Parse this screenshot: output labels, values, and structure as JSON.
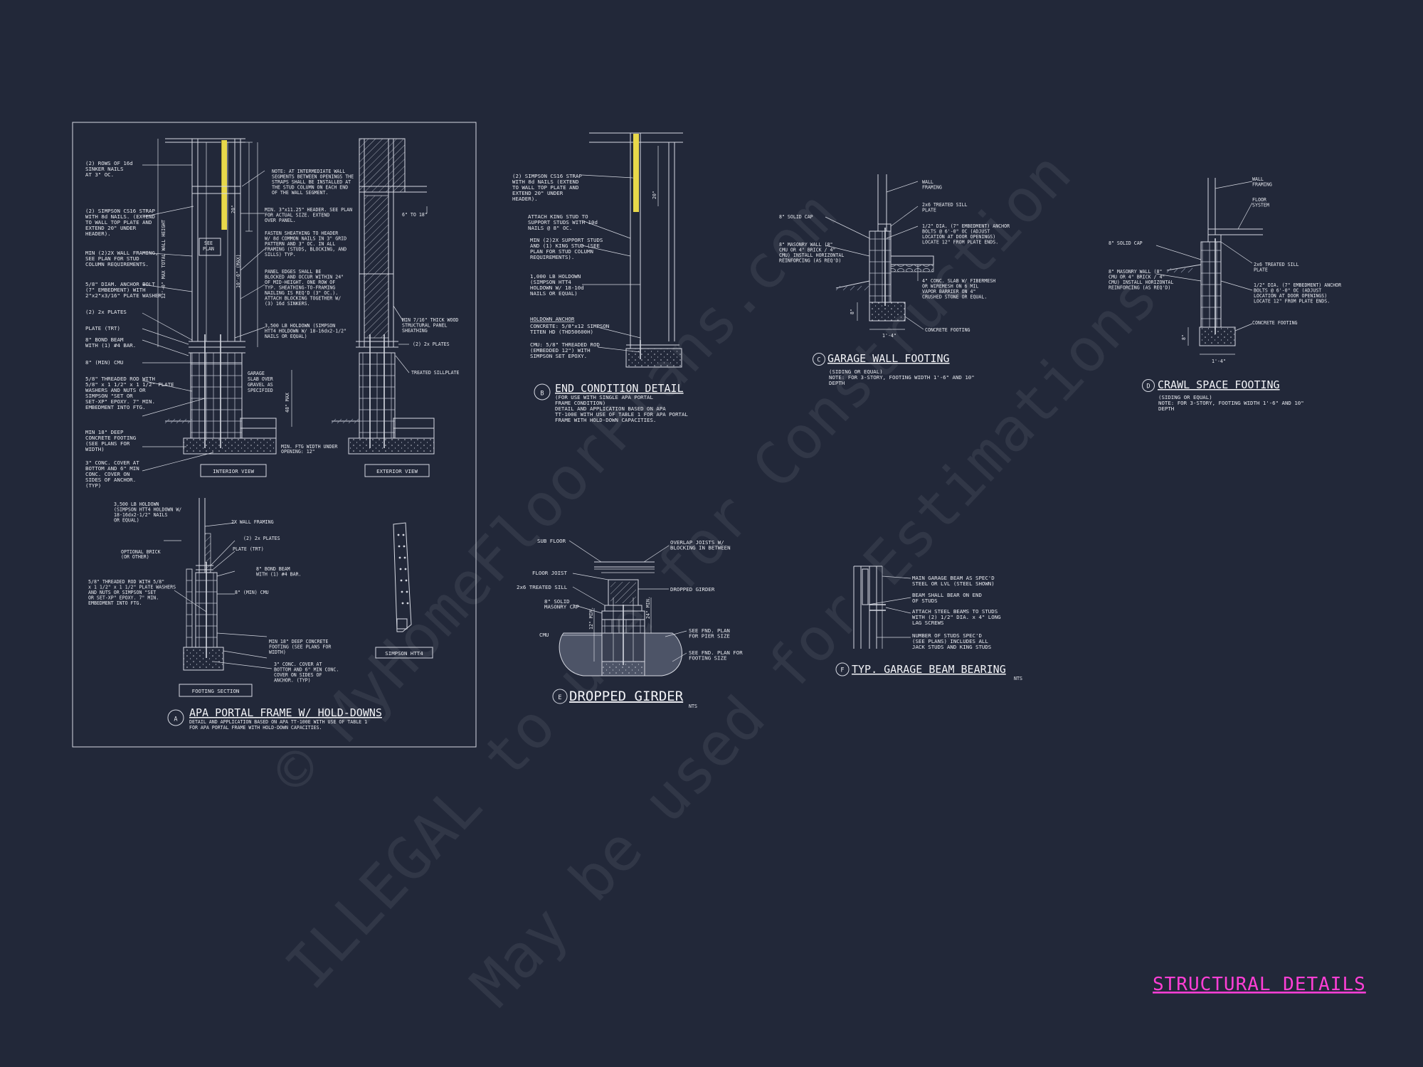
{
  "sheet": {
    "title": "STRUCTURAL DETAILS",
    "title_color": "#ff3fd6",
    "background": "#222839",
    "accent": "#e8d84a"
  },
  "watermark": {
    "line1": "© MyHomeFloorPlans.com",
    "line2": "ILLEGAL to use for Construction",
    "line3": "May be used for Estimations"
  },
  "detail_a": {
    "tag": "A",
    "title": "APA PORTAL FRAME W/ HOLD-DOWNS",
    "desc1": "DETAIL AND APPLICATION BASED ON APA TT-100E WITH USE OF TABLE 1",
    "desc2": "FOR APA PORTAL FRAME WITH HOLD-DOWN CAPACITIES.",
    "interior_label": "INTERIOR VIEW",
    "exterior_label": "EXTERIOR VIEW",
    "footing_label": "FOOTING SECTION",
    "hardware_label": "SIMPSON HTT4",
    "notes_left": [
      "(2) ROWS OF 16d",
      "SINKER NAILS",
      "AT 3\" OC.",
      "(2) SIMPSON CS16 STRAP",
      "WITH 8d NAILS. (EXTEND",
      "TO WALL TOP PLATE AND",
      "EXTEND 20\" UNDER",
      "HEADER).",
      "MIN (2)2X WALL FRAMING,",
      "SEE PLAN FOR STUD",
      "COLUMN REQUIREMENTS.",
      "5/8\" DIAM. ANCHOR BOLT",
      "(7\" EMBEDMENT) WITH",
      "2\"x2\"x3/16\" PLATE WASHER.",
      "(2) 2x PLATES",
      "PLATE (TRT)",
      "8\" BOND BEAM",
      "WITH (1) #4 BAR.",
      "8\" (MIN) CMU",
      "5/8\" THREADED ROD WITH",
      "5/8\" x 1 1/2\" x 1 1/2\" PLATE",
      "WASHERS AND NUTS OR",
      "SIMPSON \"SET OR",
      "SET-XP\" EPOXY. 7\" MIN.",
      "EMBEDMENT INTO FTG.",
      "MIN 18\" DEEP",
      "CONCRETE FOOTING",
      "(SEE PLANS FOR",
      "WIDTH)",
      "3\" CONC. COVER AT",
      "BOTTOM AND 6\" MIN",
      "CONC. COVER ON",
      "SIDES OF ANCHOR.",
      "(TYP)"
    ],
    "notes_mid": [
      "NOTE: AT INTERMEDIATE WALL",
      "SEGMENTS BETWEEN OPENINGS THE",
      "STRAPS SHALL BE INSTALLED AT",
      "THE STUD COLUMN ON EACH END",
      "OF THE WALL SEGMENT.",
      "MIN. 3\"x11.25\" HEADER. SEE PLAN",
      "FOR ACTUAL SIZE. EXTEND",
      "OVER PANEL.",
      "FASTEN SHEATHING TO HEADER",
      "W/ 8d COMMON NAILS IN 3\" GRID",
      "PATTERN AND 3\" OC. IN ALL",
      "FRAMING (STUDS, BLOCKING, AND",
      "SILLS) TYP.",
      "PANEL EDGES SHALL BE",
      "BLOCKED AND OCCUR WITHIN 24\"",
      "OF MID-HEIGHT. ONE ROW OF",
      "TYP. SHEATHING-TO-FRAMING",
      "NAILING IS REQ'D (3\" OC.).",
      "ATTACH BLOCKING TOGETHER W/",
      "(3) 16d SINKERS.",
      "3,500 LB HOLDOWN (SIMPSON",
      "HTT4 HOLDOWN W/ 18-16dx2-1/2\"",
      "NAILS OR EQUAL)"
    ],
    "see_plan": [
      "SEE",
      "PLAN"
    ],
    "dim_20": "20\"",
    "dim_10ft": "10'-0\" (MAX)",
    "dim_12ft": "12'-0\" MAX TOTAL WALL HEIGHT",
    "dim_6to18": "6\" TO 18\"",
    "dim_48": "48\" MAX",
    "garage_note": [
      "GARAGE",
      "SLAB OVER",
      "GRAVEL AS",
      "SPECIFIED"
    ],
    "min_ftg": [
      "MIN. FTG WIDTH UNDER",
      "OPENING: 12\""
    ],
    "notes_ext": [
      "MIN 7/16\" THICK WOOD",
      "STRUCTURAL PANEL",
      "SHEATHING",
      "(2) 2x PLATES",
      "TREATED SILLPLATE"
    ],
    "notes_footing": [
      "3,500 LB HOLDOWN",
      "(SIMPSON HTT4 HOLDOWN W/",
      "18-16dx2-1/2\" NAILS",
      "OR EQUAL)",
      "OPTIONAL BRICK",
      "(OR OTHER)",
      "5/8\" THREADED ROD WITH 5/8\"",
      "x 1 1/2\" x 1 1/2\" PLATE WASHERS",
      "AND NUTS OR SIMPSON \"SET",
      "OR SET-XP\" EPOXY. 7\" MIN.",
      "EMBEDMENT INTO FTG.",
      "2X WALL FRAMING",
      "(2) 2x PLATES",
      "PLATE (TRT)",
      "8\" BOND BEAM",
      "WITH (1) #4 BAR.",
      "8\" (MIN) CMU",
      "MIN 18\" DEEP CONCRETE",
      "FOOTING (SEE PLANS FOR",
      "WIDTH)",
      "3\" CONC. COVER AT",
      "BOTTOM AND 6\" MIN CONC.",
      "COVER ON SIDES OF",
      "ANCHOR. (TYP)"
    ]
  },
  "detail_b": {
    "tag": "B",
    "title": "END CONDITION DETAIL",
    "desc": [
      "(FOR USE WITH SINGLE APA PORTAL",
      "FRAME CONDITION)",
      "DETAIL AND APPLICATION BASED ON APA",
      "TT-100E WITH USE OF TABLE 1 FOR APA PORTAL",
      "FRAME WITH HOLD-DOWN CAPACITIES."
    ],
    "notes": [
      "(2) SIMPSON CS16 STRAP",
      "WITH 8d NAILS (EXTEND",
      "TO WALL TOP PLATE AND",
      "EXTEND 20\" UNDER",
      "HEADER).",
      "ATTACH KING STUD TO",
      "SUPPORT STUDS WITH 10d",
      "NAILS @ 8\" OC.",
      "MIN (2)2X SUPPORT STUDS",
      "AND (1) KING STUD (SEE",
      "PLAN FOR STUD COLUMN",
      "REQUIREMENTS).",
      "1,000 LB HOLDOWN",
      "(SIMPSON HTT4",
      "HOLDOWN W/ 18-10d",
      "NAILS OR EQUAL)",
      "HOLDOWN ANCHOR",
      "CONCRETE: 5/8\"x12 SIMPSON",
      "TITEN HD (THD50600H)",
      "CMU: 5/8\" THREADED ROD",
      "(EMBEDDED 12\") WITH",
      "SIMPSON SET EPOXY."
    ],
    "dim_20": "20\""
  },
  "detail_c": {
    "tag": "C",
    "title": "GARAGE WALL FOOTING",
    "desc": [
      "(SIDING OR EQUAL)",
      "NOTE: FOR 3-STORY, FOOTING WIDTH 1'-6\" AND 10\"",
      "DEPTH"
    ],
    "notes": [
      "WALL",
      "FRAMING",
      "2x6 TREATED SILL",
      "PLATE",
      "1/2\" DIA. (7\" EMBEDMENT) ANCHOR",
      "BOLTS @ 6'-0\" OC (ADJUST",
      "LOCATION AT DOOR OPENINGS)",
      "LOCATE 12\" FROM PLATE ENDS.",
      "4\" CONC. SLAB W/ FIBERMESH",
      "OR WIREMESH ON 6 MIL",
      "VAPOR BARRIER ON 4\"",
      "CRUSHED STONE OR EQUAL.",
      "CONCRETE FOOTING",
      "8\" SOLID CAP",
      "8\" MASONRY WALL (8\"",
      "CMU OR 4\" BRICK / 4\"",
      "CMU) INSTALL HORIZONTAL",
      "REINFORCING (AS REQ'D)"
    ],
    "dim_w": "1'-4\"",
    "dim_d": "8\""
  },
  "detail_d": {
    "tag": "D",
    "title": "CRAWL SPACE FOOTING",
    "desc": [
      "(SIDING OR EQUAL)",
      "NOTE: FOR 3-STORY, FOOTING WIDTH 1'-6\" AND 10\"",
      "DEPTH"
    ],
    "notes": [
      "WALL",
      "FRAMING",
      "FLOOR",
      "SYSTEM",
      "2x6 TREATED SILL",
      "PLATE",
      "1/2\" DIA. (7\" EMBEDMENT) ANCHOR",
      "BOLTS @ 6'-0\" OC (ADJUST",
      "LOCATION AT DOOR OPENINGS)",
      "LOCATE 12\" FROM PLATE ENDS.",
      "CONCRETE FOOTING",
      "8\" SOLID CAP",
      "8\" MASONRY WALL (8\"",
      "CMU OR 4\" BRICK / 4\"",
      "CMU) INSTALL HORIZONTAL",
      "REINFORCING (AS REQ'D)"
    ],
    "dim_w": "1'-4\"",
    "dim_d": "8\""
  },
  "detail_e": {
    "tag": "E",
    "title": "DROPPED GIRDER",
    "scale": "NTS",
    "notes": [
      "SUB FLOOR",
      "OVERLAP JOISTS W/",
      "BLOCKING IN BETWEEN",
      "FLOOR JOIST",
      "2x6 TREATED SILL",
      "DROPPED GIRDER",
      "8\" SOLID",
      "MASONRY CAP",
      "CMU",
      "SEE FND. PLAN",
      "FOR PIER SIZE",
      "SEE FND. PLAN FOR",
      "FOOTING SIZE"
    ],
    "dim_12": "12\" MIN.",
    "dim_24": "24\" MIN."
  },
  "detail_f": {
    "tag": "F",
    "title": "TYP. GARAGE BEAM BEARING",
    "scale": "NTS",
    "notes": [
      "MAIN GARAGE BEAM AS SPEC'D",
      "STEEL OR LVL (STEEL SHOWN)",
      "BEAM SHALL BEAR ON END",
      "OF STUDS",
      "ATTACH STEEL BEAMS TO STUDS",
      "WITH (2) 1/2\" DIA. x 4\" LONG",
      "LAG SCREWS",
      "NUMBER OF STUDS SPEC'D",
      "(SEE PLANS) INCLUDES ALL",
      "JACK STUDS AND KING STUDS"
    ]
  }
}
